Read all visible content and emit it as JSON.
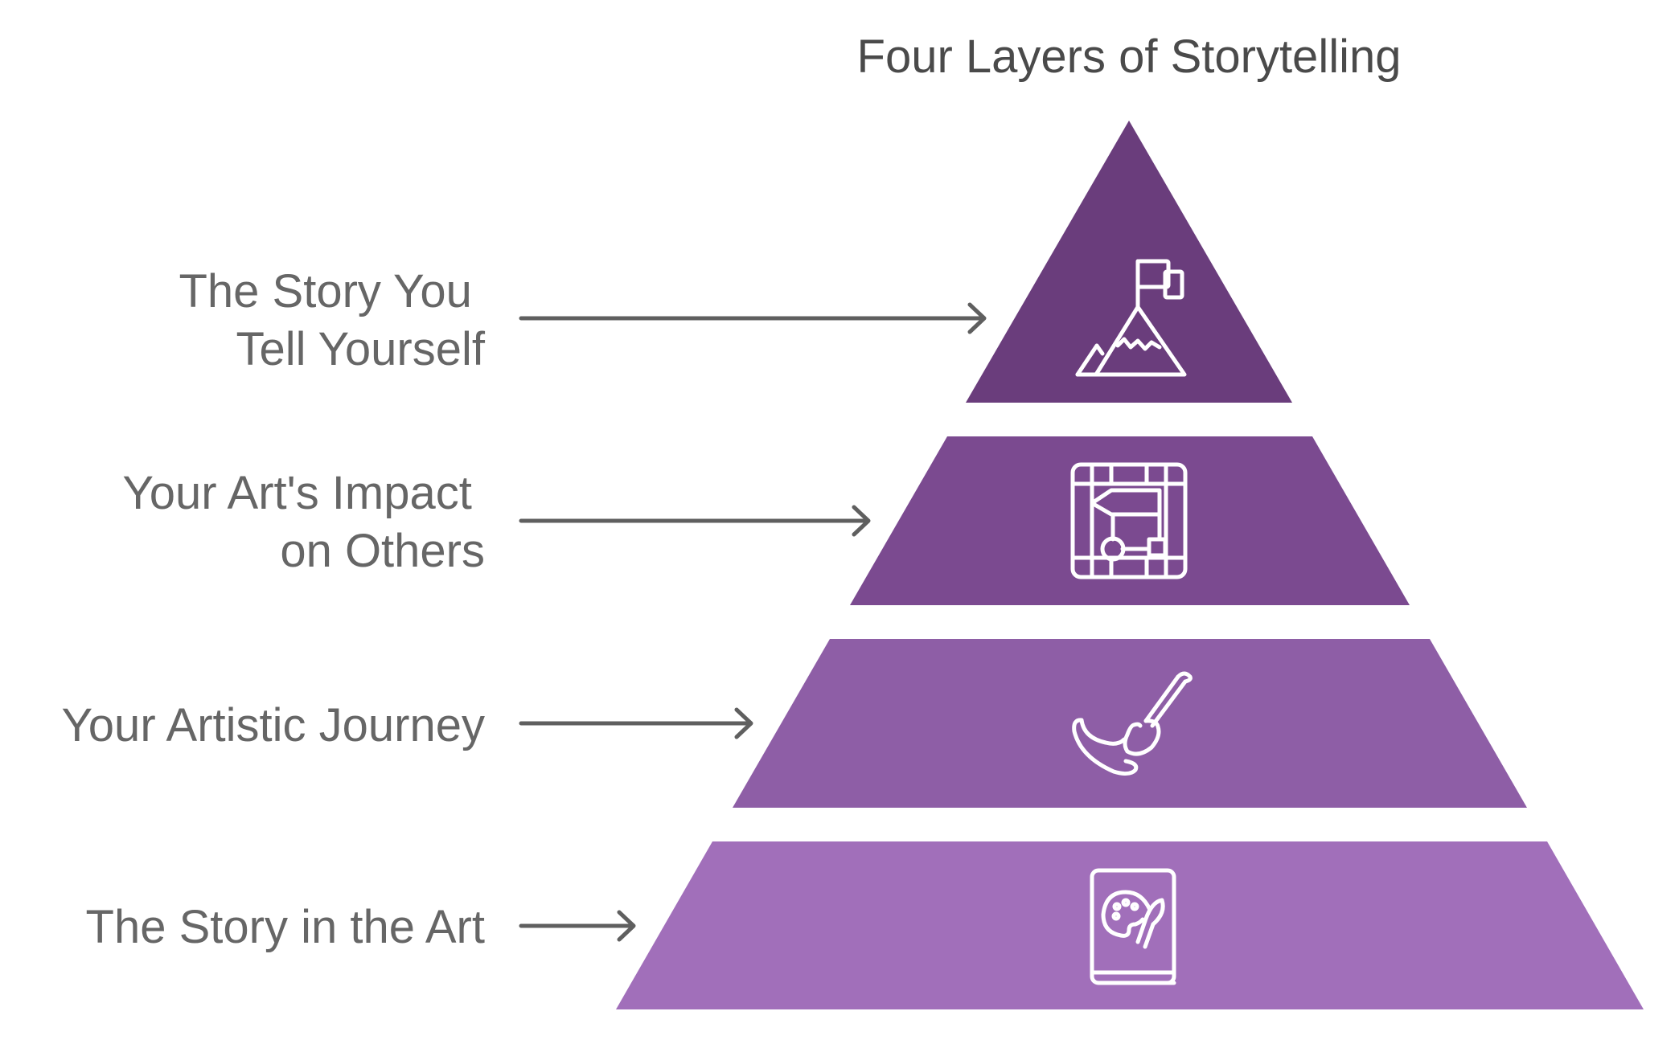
{
  "title": "Four Layers of Storytelling",
  "colors": {
    "layer_1": "#6a3d7c",
    "layer_2": "#7b4a90",
    "layer_3": "#8e5ea6",
    "layer_4": "#a16fba",
    "text": "#666666",
    "title_text": "#4a4a4a",
    "arrow": "#5f5f5f",
    "icon": "#ffffff"
  },
  "layers": [
    {
      "label_lines": [
        "The Story You",
        "Tell Yourself"
      ],
      "icon": "mountain-flag-icon"
    },
    {
      "label_lines": [
        "Your Art's Impact",
        "on Others"
      ],
      "icon": "board-game-map-icon"
    },
    {
      "label_lines": [
        "Your Artistic Journey"
      ],
      "icon": "paintbrush-stroke-icon"
    },
    {
      "label_lines": [
        "The Story in the Art"
      ],
      "icon": "art-book-palette-icon"
    }
  ]
}
